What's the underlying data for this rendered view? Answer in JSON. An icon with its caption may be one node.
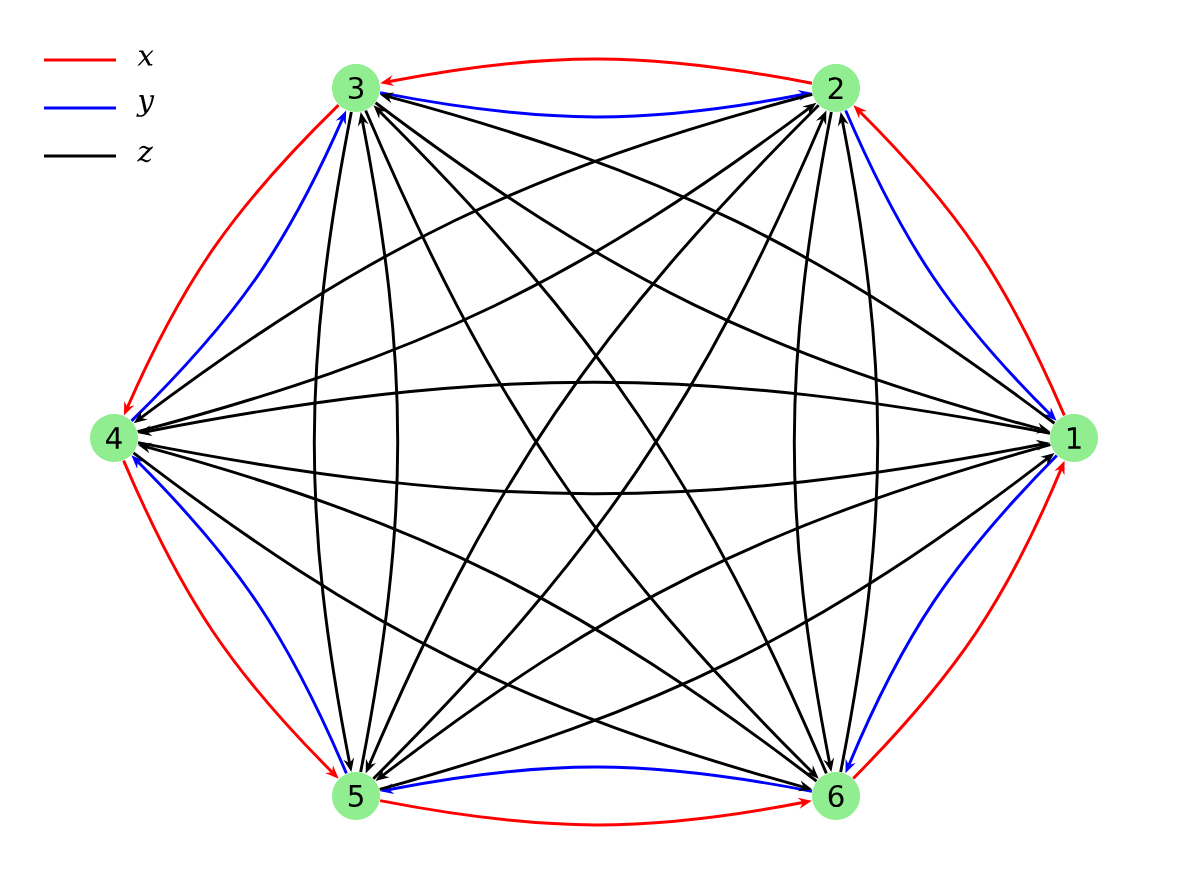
{
  "diagram": {
    "nodes": [
      {
        "text": [
          "1"
        ]
      },
      {
        "text": [
          "2"
        ]
      },
      {
        "text": [
          "3"
        ]
      },
      {
        "text": [
          "4"
        ]
      },
      {
        "text": [
          "5"
        ]
      },
      {
        "text": [
          "6"
        ]
      }
    ],
    "edges": [
      {
        "from": 0,
        "to": 1,
        "arrow": "to",
        "color": "#ff0000"
      },
      {
        "from": 1,
        "to": 2,
        "arrow": "to",
        "color": "#ff0000"
      },
      {
        "from": 2,
        "to": 3,
        "arrow": "to",
        "color": "#ff0000"
      },
      {
        "from": 3,
        "to": 4,
        "arrow": "to",
        "color": "#ff0000"
      },
      {
        "from": 4,
        "to": 5,
        "arrow": "to",
        "color": "#ff0000"
      },
      {
        "from": 5,
        "to": 0,
        "arrow": "to",
        "color": "#ff0000"
      },
      {
        "from": 1,
        "to": 0,
        "arrow": "to",
        "color": "#0000ff"
      },
      {
        "from": 2,
        "to": 1,
        "arrow": "to",
        "color": "#0000ff"
      },
      {
        "from": 3,
        "to": 2,
        "arrow": "to",
        "color": "#0000ff"
      },
      {
        "from": 4,
        "to": 3,
        "arrow": "to",
        "color": "#0000ff"
      },
      {
        "from": 5,
        "to": 4,
        "arrow": "to",
        "color": "#0000ff"
      },
      {
        "from": 0,
        "to": 5,
        "arrow": "to",
        "color": "#0000ff"
      },
      {
        "from": 0,
        "to": 2,
        "arrow": "to"
      },
      {
        "from": 2,
        "to": 0,
        "arrow": "to"
      },
      {
        "from": 0,
        "to": 3,
        "arrow": "to"
      },
      {
        "from": 3,
        "to": 0,
        "arrow": "to"
      },
      {
        "from": 0,
        "to": 4,
        "arrow": "to"
      },
      {
        "from": 4,
        "to": 0,
        "arrow": "to"
      },
      {
        "from": 1,
        "to": 3,
        "arrow": "to"
      },
      {
        "from": 3,
        "to": 1,
        "arrow": "to"
      },
      {
        "from": 1,
        "to": 4,
        "arrow": "to"
      },
      {
        "from": 4,
        "to": 1,
        "arrow": "to"
      },
      {
        "from": 1,
        "to": 5,
        "arrow": "to"
      },
      {
        "from": 5,
        "to": 1,
        "arrow": "to"
      },
      {
        "from": 2,
        "to": 4,
        "arrow": "to"
      },
      {
        "from": 4,
        "to": 2,
        "arrow": "to"
      },
      {
        "from": 2,
        "to": 5,
        "arrow": "to"
      },
      {
        "from": 5,
        "to": 2,
        "arrow": "to"
      },
      {
        "from": 3,
        "to": 5,
        "arrow": "to"
      },
      {
        "from": 5,
        "to": 3,
        "arrow": "to"
      }
    ],
    "legend": [
      {
        "text": "x"
      },
      {
        "text": "y"
      },
      {
        "text": "z"
      }
    ]
  }
}
